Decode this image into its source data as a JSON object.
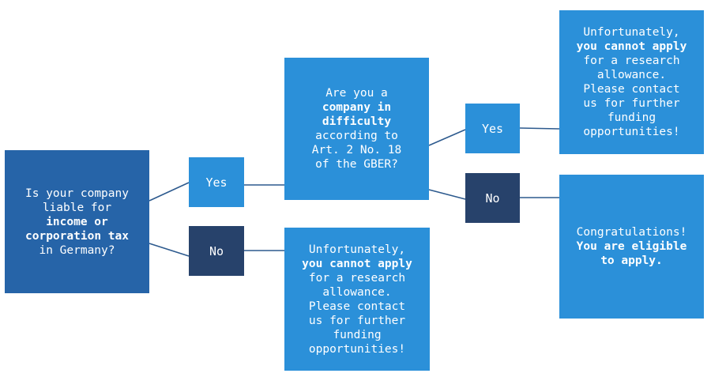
{
  "colors": {
    "question_primary": "#2664a8",
    "box_light": "#2b90d9",
    "answer_no": "#27426b",
    "connector": "#2d5a8e",
    "text": "#ffffff"
  },
  "q1": {
    "line1": "Is your company",
    "line2": "liable for",
    "bold1": "income or",
    "bold2": "corporation tax",
    "line3": "in Germany?"
  },
  "q1_yes": {
    "label": "Yes"
  },
  "q1_no": {
    "label": "No"
  },
  "q2": {
    "line1": "Are you a",
    "bold1": "company in",
    "bold2": "difficulty",
    "line2": "according to",
    "line3": "Art. 2 No. 18",
    "line4": "of the GBER?"
  },
  "q2_yes": {
    "label": "Yes"
  },
  "q2_no": {
    "label": "No"
  },
  "result_ineligible_tax": {
    "line1": "Unfortunately,",
    "bold": "you cannot apply",
    "line2": "for a research",
    "line3": "allowance.",
    "line4": "Please contact",
    "line5": "us for further",
    "line6": "funding",
    "line7": "opportunities!"
  },
  "result_ineligible_difficulty": {
    "line1": "Unfortunately,",
    "bold": "you cannot apply",
    "line2": "for a research",
    "line3": "allowance.",
    "line4": "Please contact",
    "line5": "us for further",
    "line6": "funding",
    "line7": "opportunities!"
  },
  "result_eligible": {
    "line1": "Congratulations!",
    "bold1": "You are eligible",
    "bold2": "to apply."
  }
}
